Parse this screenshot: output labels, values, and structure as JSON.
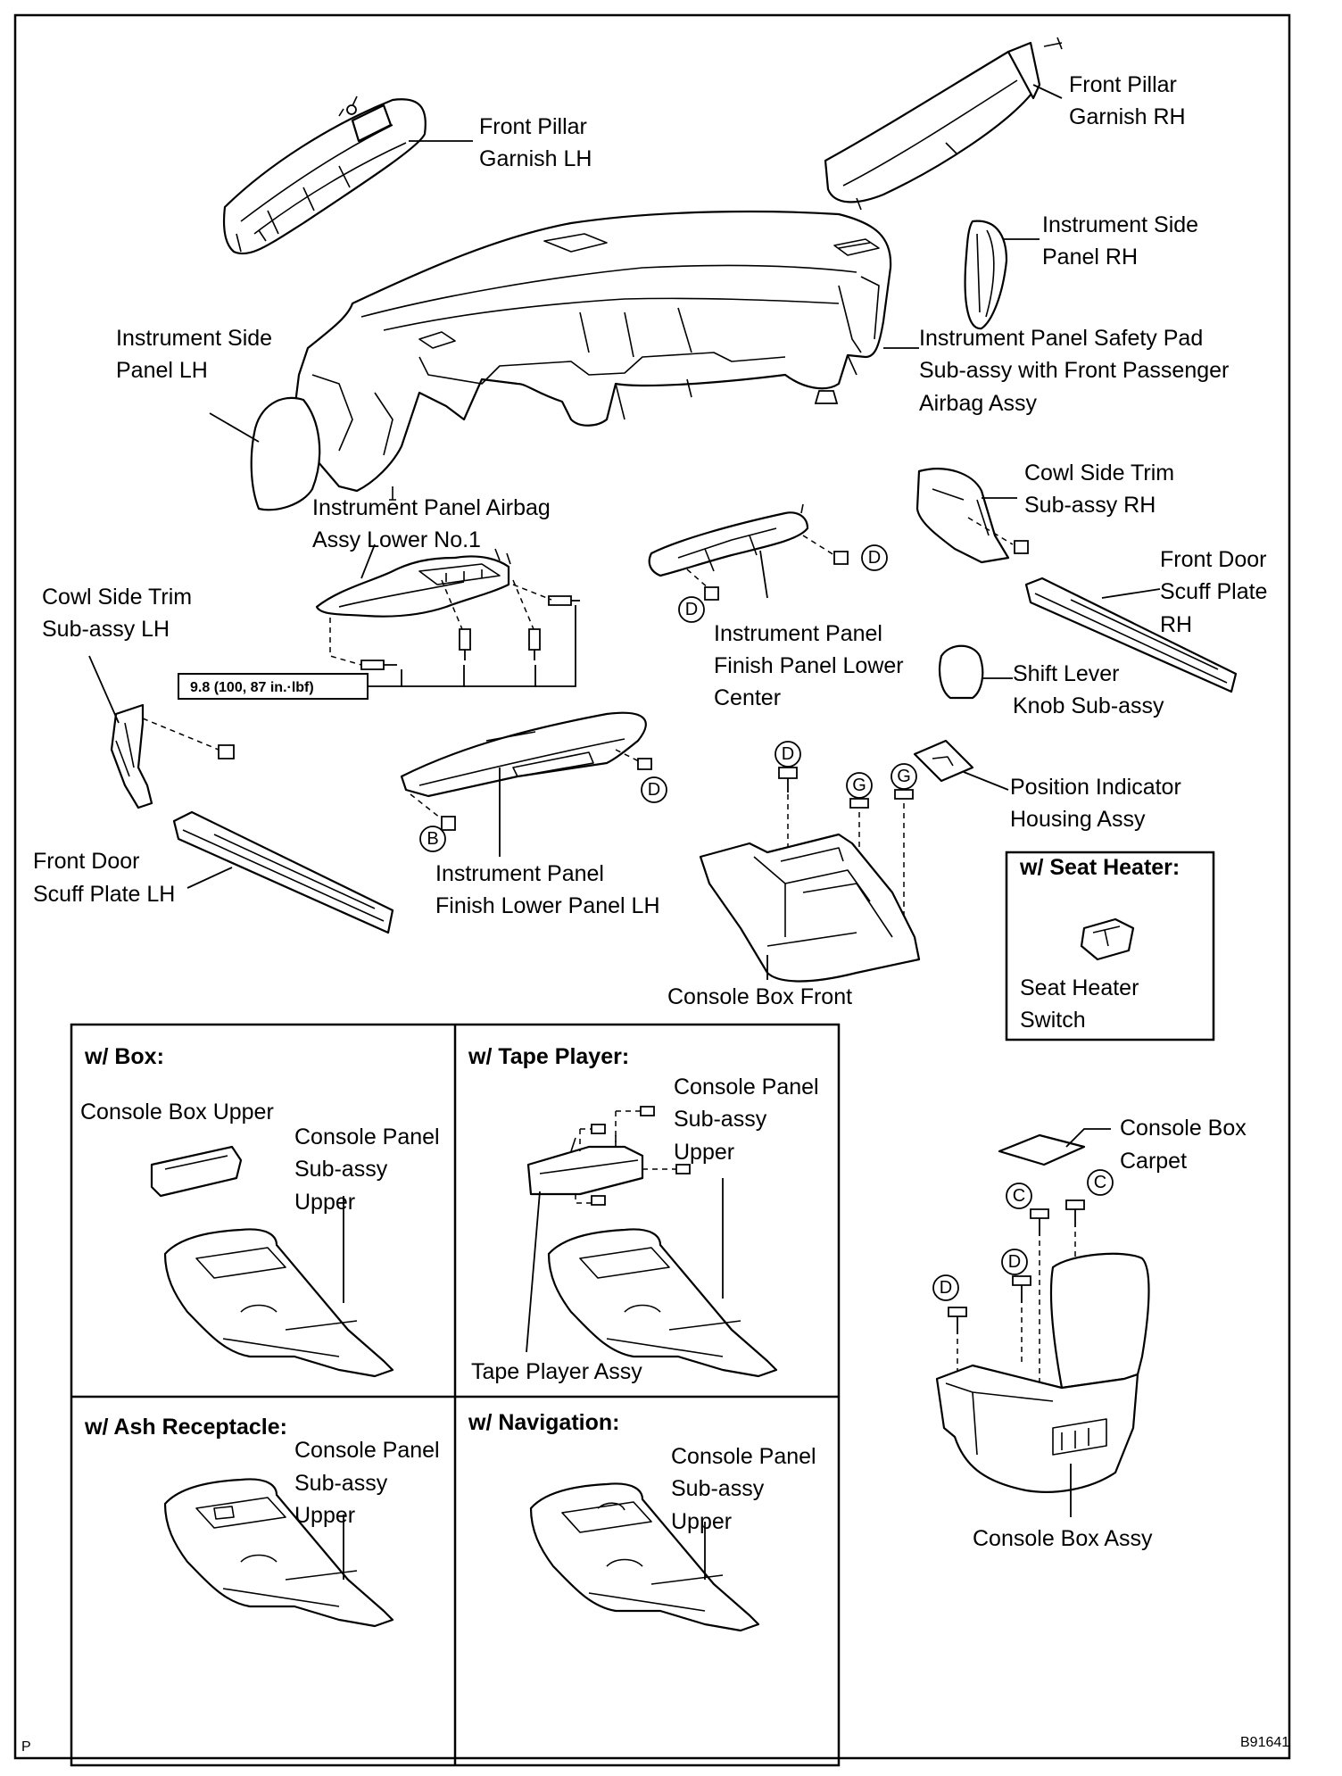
{
  "labels": {
    "front_pillar_lh": [
      "Front Pillar",
      "Garnish LH"
    ],
    "front_pillar_rh": [
      "Front Pillar",
      "Garnish RH"
    ],
    "inst_side_rh": [
      "Instrument Side",
      "Panel RH"
    ],
    "inst_side_lh": [
      "Instrument Side",
      "Panel LH"
    ],
    "safety_pad": [
      "Instrument Panel Safety Pad",
      "Sub-assy with Front Passenger",
      "Airbag Assy"
    ],
    "airbag_lower": [
      "Instrument Panel Airbag",
      "Assy Lower No.1"
    ],
    "cowl_rh": [
      "Cowl Side Trim",
      "Sub-assy  RH"
    ],
    "cowl_lh": [
      "Cowl Side Trim",
      "Sub-assy  LH"
    ],
    "scuff_rh": [
      "Front Door",
      "Scuff Plate",
      "RH"
    ],
    "finish_center": [
      "Instrument Panel",
      "Finish Panel Lower",
      "Center"
    ],
    "shift_knob": [
      "Shift Lever",
      "Knob  Sub-assy"
    ],
    "position_indicator": [
      "Position Indicator",
      "Housing Assy"
    ],
    "finish_lower_lh": [
      "Instrument Panel",
      "Finish Lower Panel LH"
    ],
    "scuff_lh": [
      "Front Door",
      "Scuff Plate LH"
    ],
    "console_front": [
      "Console Box Front"
    ],
    "seat_heater_switch": [
      "Seat Heater",
      "Switch"
    ],
    "console_box_carpet": [
      "Console Box",
      "Carpet"
    ],
    "console_box_assy": [
      "Console Box Assy"
    ]
  },
  "torque_spec": "9.8 (100, 87 in.·lbf)",
  "seat_heater_box": {
    "title": "w/ Seat Heater:"
  },
  "variants": {
    "box": {
      "title": "w/ Box:",
      "upper_label": "Console Box Upper",
      "panel_label": [
        "Console Panel",
        "Sub-assy",
        "Upper"
      ]
    },
    "tape": {
      "title": "w/ Tape Player:",
      "panel_label": [
        "Console Panel",
        "Sub-assy",
        "Upper"
      ],
      "tape_label": "Tape Player Assy"
    },
    "ash": {
      "title": "w/ Ash Receptacle:",
      "panel_label": [
        "Console Panel",
        "Sub-assy",
        "Upper"
      ]
    },
    "nav": {
      "title": "w/ Navigation:",
      "panel_label": [
        "Console Panel",
        "Sub-assy",
        "Upper"
      ]
    }
  },
  "fastener_letters": {
    "b": "B",
    "c": "C",
    "d": "D",
    "g": "G"
  },
  "corner": {
    "left": "P",
    "right": "B91641"
  }
}
